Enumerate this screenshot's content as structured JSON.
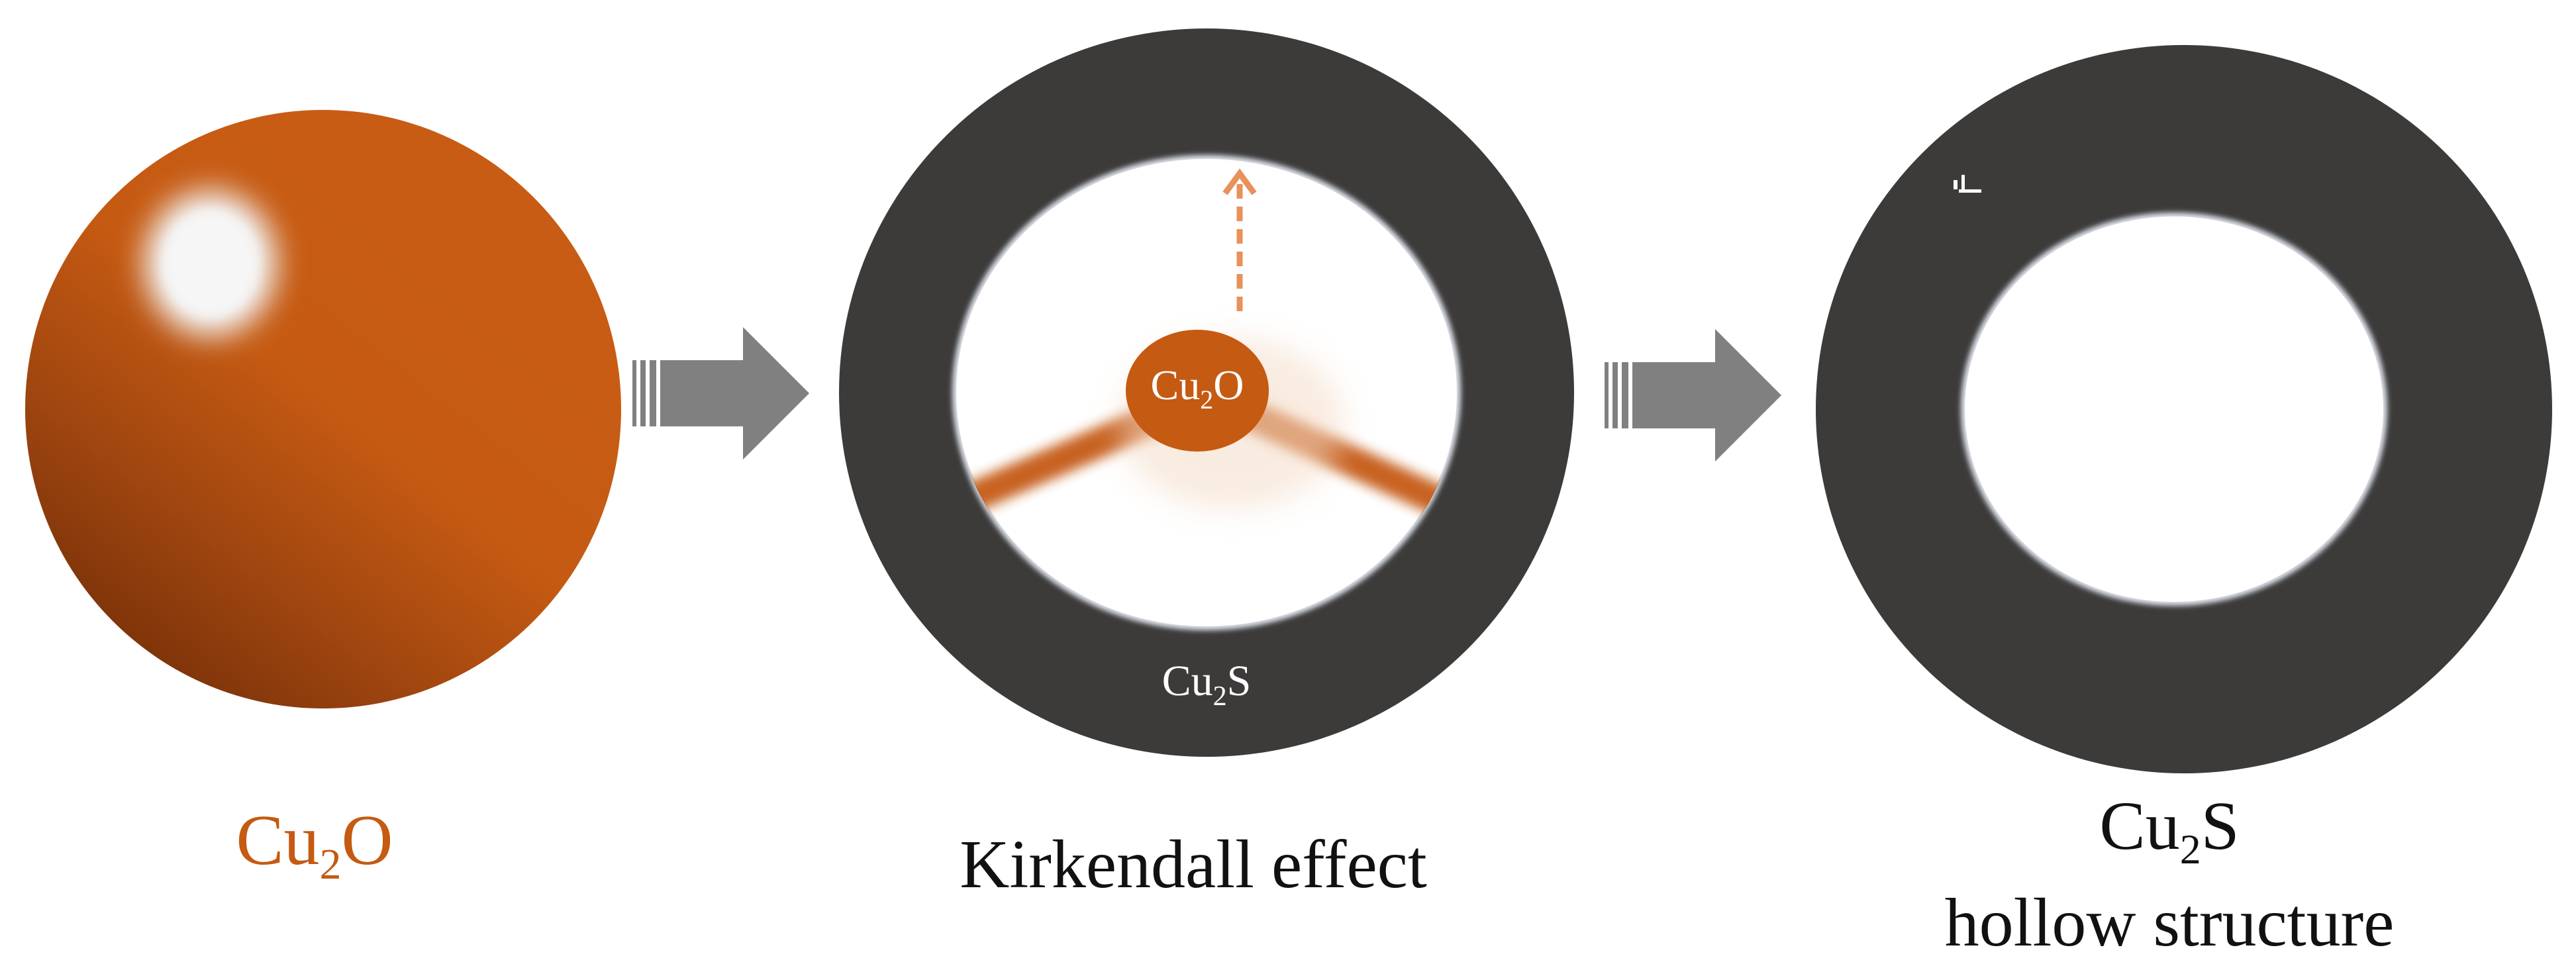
{
  "colors": {
    "background": "#ffffff",
    "cu2o_orange": "#c55a12",
    "cu2o_shadow": "#8a3c0c",
    "highlight": "#f2f2f2",
    "shell_dark": "#3c3b3a",
    "arrow_gray": "#808080",
    "caption_black": "#111111",
    "label_white": "#ffffff"
  },
  "icons": {
    "step_arrow": "right-arrow-icon",
    "diffusion_arrow": "dashed-up-arrow-icon"
  },
  "stage1": {
    "caption": {
      "base": "Cu",
      "sub": "2",
      "tail": "O"
    }
  },
  "stage2": {
    "core_label": {
      "base": "Cu",
      "sub": "2",
      "tail": "O"
    },
    "shell_label": {
      "base": "Cu",
      "sub": "2",
      "tail": "S"
    },
    "caption": "Kirkendall effect"
  },
  "stage3": {
    "caption_formula": {
      "base": "Cu",
      "sub": "2",
      "tail": "S"
    },
    "caption_line2": "hollow structure"
  }
}
